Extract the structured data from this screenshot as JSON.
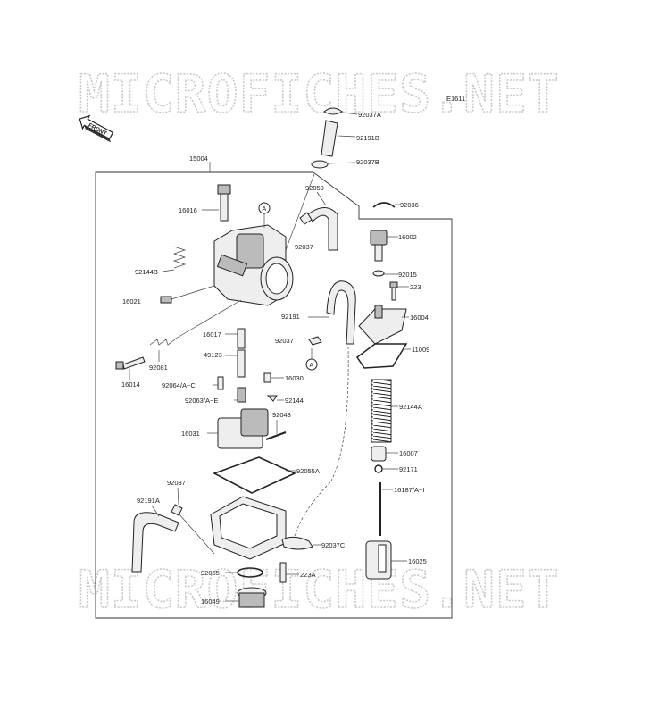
{
  "diagram_code": "E1611",
  "watermark": "MICROFICHES.NET",
  "front_label": "FRONT",
  "ref_marker": "A",
  "labels": [
    {
      "id": "92037A",
      "text": "92037A"
    },
    {
      "id": "92191B",
      "text": "92191B"
    },
    {
      "id": "92037B",
      "text": "92037B"
    },
    {
      "id": "15004",
      "text": "15004"
    },
    {
      "id": "92059",
      "text": "92059"
    },
    {
      "id": "92036",
      "text": "92036"
    },
    {
      "id": "16016",
      "text": "16016"
    },
    {
      "id": "92037_1",
      "text": "92037"
    },
    {
      "id": "16002",
      "text": "16002"
    },
    {
      "id": "92144B",
      "text": "92144B"
    },
    {
      "id": "92015",
      "text": "92015"
    },
    {
      "id": "223",
      "text": "223"
    },
    {
      "id": "16021",
      "text": "16021"
    },
    {
      "id": "92191",
      "text": "92191"
    },
    {
      "id": "16004",
      "text": "16004"
    },
    {
      "id": "16017",
      "text": "16017"
    },
    {
      "id": "92037_2",
      "text": "92037"
    },
    {
      "id": "11009",
      "text": "11009"
    },
    {
      "id": "49123",
      "text": "49123"
    },
    {
      "id": "92081",
      "text": "92081"
    },
    {
      "id": "16014",
      "text": "16014"
    },
    {
      "id": "92064",
      "text": "92064/A~C"
    },
    {
      "id": "16030",
      "text": "16030"
    },
    {
      "id": "92144A",
      "text": "92144A"
    },
    {
      "id": "92063",
      "text": "92063/A~E"
    },
    {
      "id": "92144",
      "text": "92144"
    },
    {
      "id": "92043",
      "text": "92043"
    },
    {
      "id": "16031",
      "text": "16031"
    },
    {
      "id": "16007",
      "text": "16007"
    },
    {
      "id": "92055A",
      "text": "92055A"
    },
    {
      "id": "92171",
      "text": "92171"
    },
    {
      "id": "92037_3",
      "text": "92037"
    },
    {
      "id": "16187",
      "text": "16187/A~I"
    },
    {
      "id": "92191A",
      "text": "92191A"
    },
    {
      "id": "92037C",
      "text": "92037C"
    },
    {
      "id": "16025",
      "text": "16025"
    },
    {
      "id": "92055",
      "text": "92055"
    },
    {
      "id": "223A",
      "text": "223A"
    },
    {
      "id": "16049",
      "text": "16049"
    }
  ]
}
